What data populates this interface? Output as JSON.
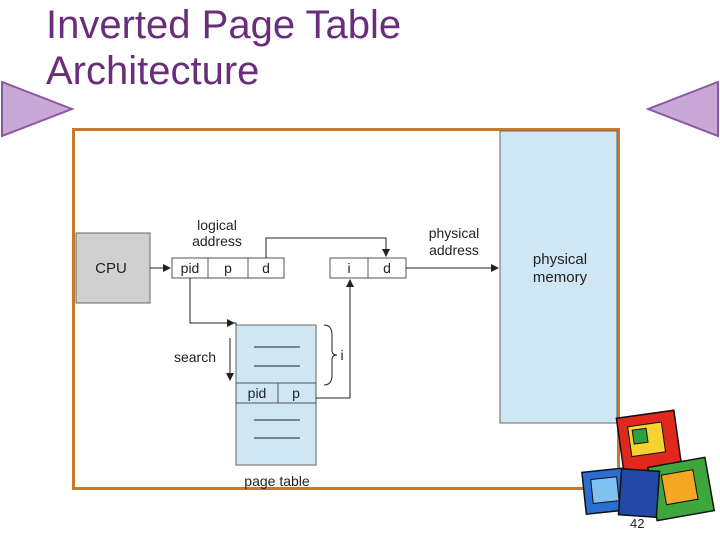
{
  "slide": {
    "title_line1": "Inverted Page Table",
    "title_line2": "Architecture",
    "page_number": "42"
  },
  "diagram": {
    "cpu": "CPU",
    "logical_address_line1": "logical",
    "logical_address_line2": "address",
    "field_pid": "pid",
    "field_p": "p",
    "field_d": "d",
    "field_i": "i",
    "physical_address_line1": "physical",
    "physical_address_line2": "address",
    "physical_memory_line1": "physical",
    "physical_memory_line2": "memory",
    "search": "search",
    "index_label": "i",
    "page_table": "page table",
    "table_pid": "pid",
    "table_p": "p"
  },
  "colors": {
    "title": "#6a2d7c",
    "frame_border": "#c8792e",
    "cpu_fill": "#d0d0d0",
    "page_table_fill": "#cfe7f5",
    "memory_fill": "#cfe7f5",
    "nav_arrow_fill": "#c9a7d6",
    "nav_arrow_stroke": "#8a5aa0"
  }
}
